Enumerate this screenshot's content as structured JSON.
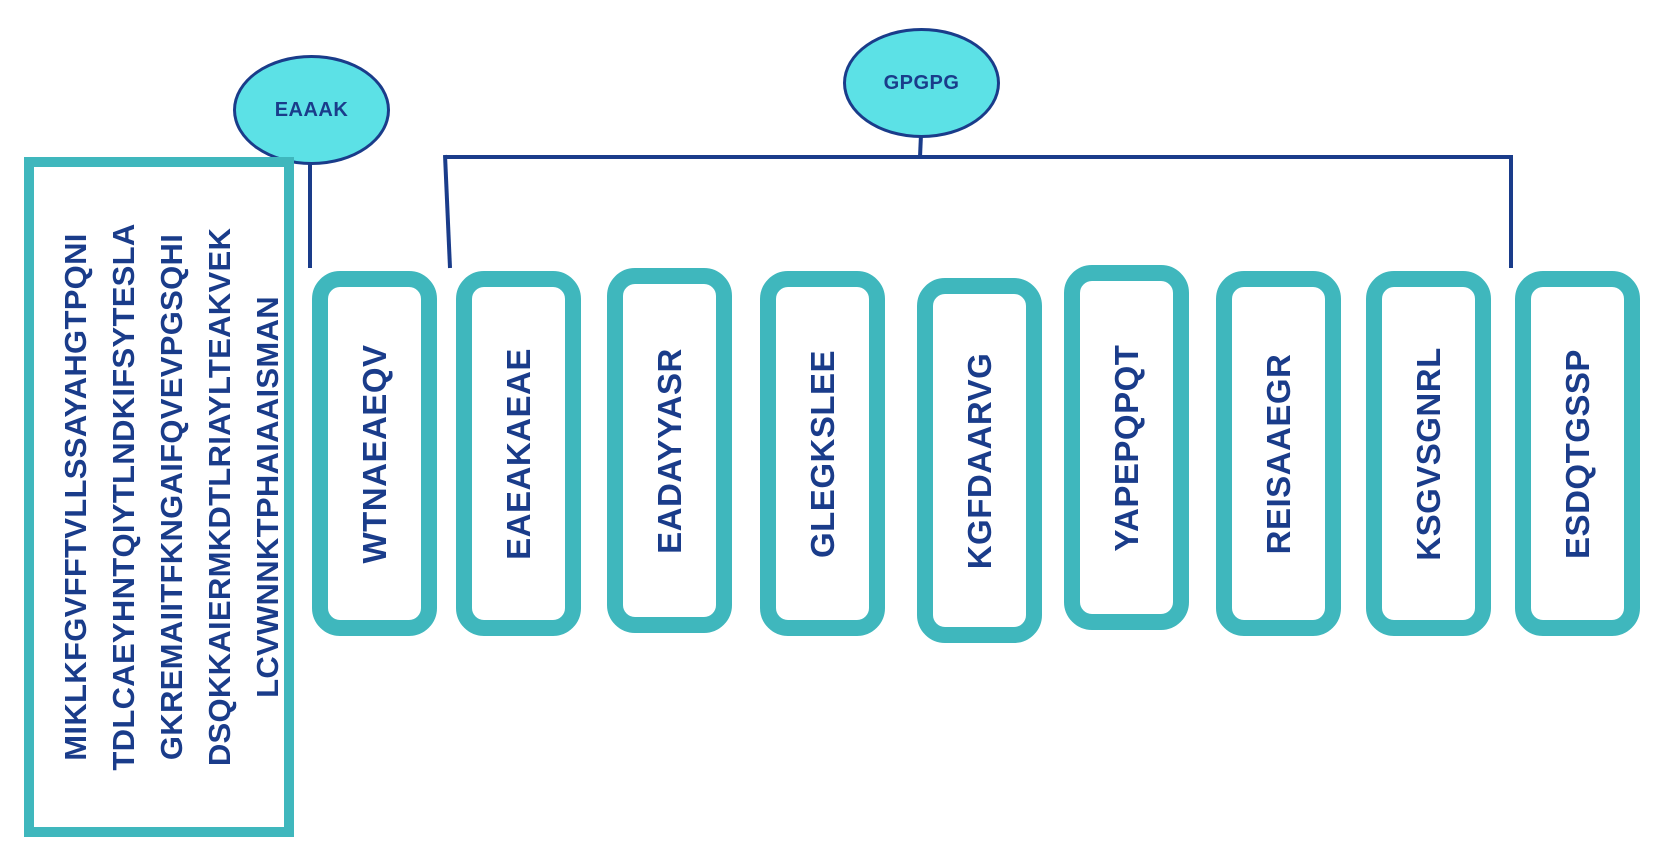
{
  "linkers": {
    "eaaak": "EAAAK",
    "gpgpg": "GPGPG"
  },
  "adjuvant": {
    "lines": [
      "MIKLKFGVFFTVLLSSAYAHGTPQNI",
      "TDLCAEYHNTQIYTLNDKIFSYTESLA",
      "GKREMAIITFKNGAIFQVEVPGSQHI",
      "DSQKKAIERMKDTLRIAYLTEAKVEK",
      "LCVWNNKTPHAIAAISMAN"
    ]
  },
  "epitopes": [
    "WTNAEAEQV",
    "EAEAKAEAE",
    "EADAYYASR",
    "GLEGKSLEE",
    "KGFDAARVG",
    "YAPEPQPQT",
    "REISAAEGR",
    "KSGVSGNRL",
    "ESDQTGSSP"
  ],
  "colors": {
    "teal_border": "#3fb7bd",
    "oval_fill": "#5ce1e6",
    "navy_text": "#1a3c8a"
  }
}
